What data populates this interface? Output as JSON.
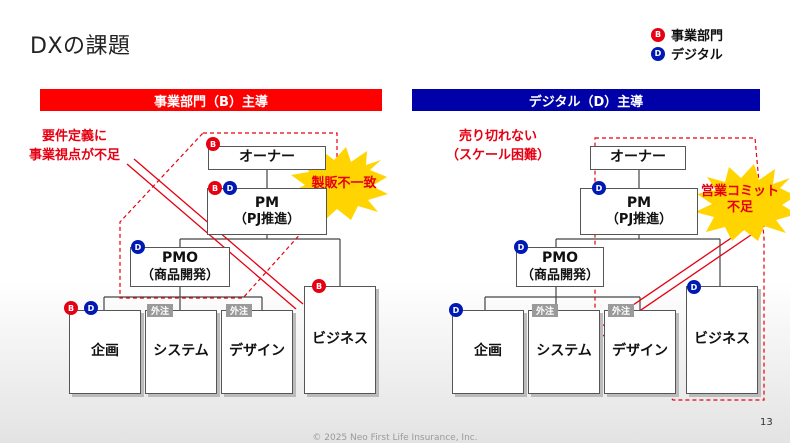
{
  "page": {
    "title": "DXの課題",
    "page_number": "13",
    "copyright": "© 2025 Neo First Life Insurance, Inc."
  },
  "legend": [
    {
      "badge": "B",
      "label": "事業部門",
      "color": "#e60012"
    },
    {
      "badge": "D",
      "label": "デジタル",
      "color": "#0019b4"
    }
  ],
  "left": {
    "banner": "事業部門（B）主導",
    "note_line1": "要件定義に",
    "note_line2": "事業視点が不足",
    "burst": "製販不一致",
    "owner": "オーナー",
    "pm_line1": "PM",
    "pm_line2": "（PJ推進）",
    "pmo_line1": "PMO",
    "pmo_line2": "（商品開発）",
    "kikaku": "企画",
    "system": "システム",
    "design": "デザイン",
    "business": "ビジネス",
    "tag_system": "外注",
    "tag_design": "外注"
  },
  "right": {
    "banner": "デジタル（D）主導",
    "note_line1": "売り切れない",
    "note_line2": "（スケール困難）",
    "burst_line1": "営業コミット",
    "burst_line2": "不足",
    "owner": "オーナー",
    "pm_line1": "PM",
    "pm_line2": "（PJ推進）",
    "pmo_line1": "PMO",
    "pmo_line2": "（商品開発）",
    "kikaku": "企画",
    "system": "システム",
    "design": "デザイン",
    "business": "ビジネス",
    "tag_system": "外注",
    "tag_design": "外注"
  },
  "badges": {
    "b": "B",
    "d": "D"
  },
  "colors": {
    "red": "#e60012",
    "blue": "#0019b4",
    "banner_red": "#ff0000",
    "banner_blue": "#0000a8",
    "burst": "#ffd400"
  }
}
